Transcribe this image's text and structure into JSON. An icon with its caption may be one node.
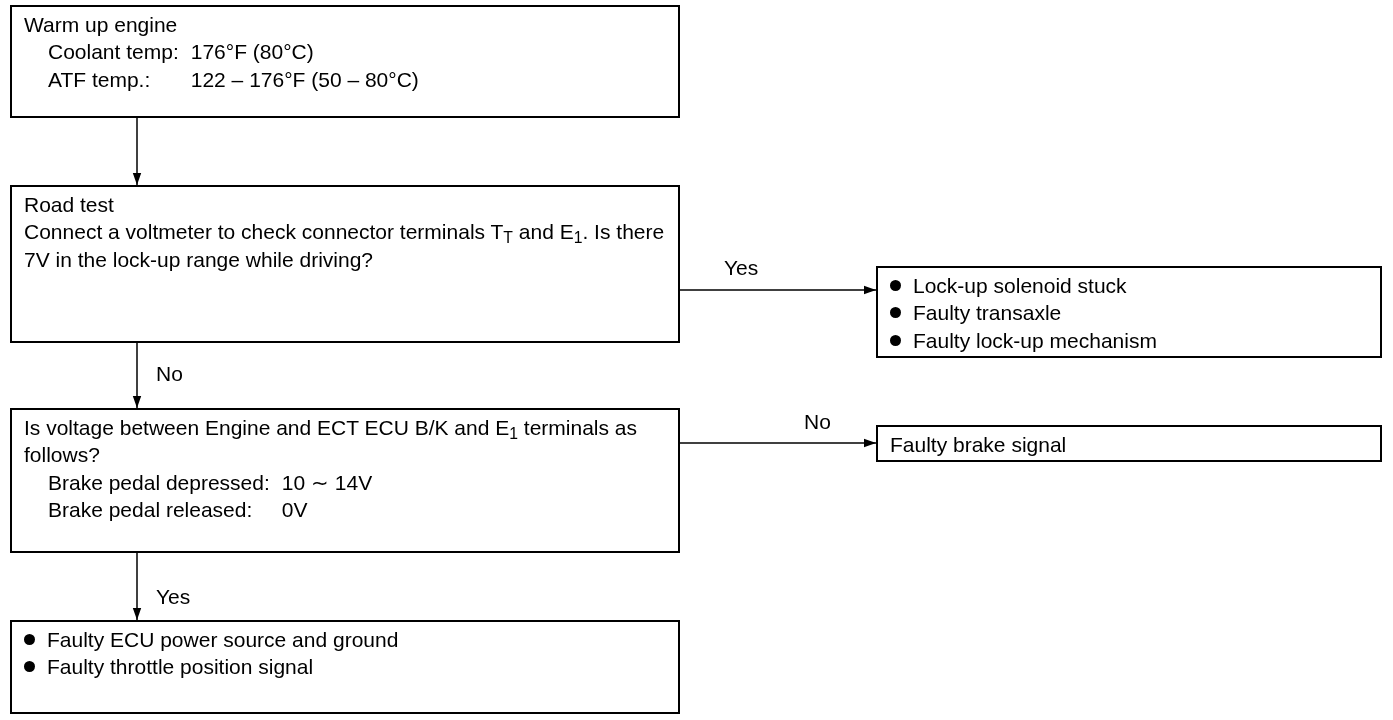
{
  "diagram": {
    "nodes": [
      {
        "text": [
          "Warm up engine",
          "Coolant temp:",
          "176°F (80°C)",
          "ATF temp.:",
          "122 – 176°F (50 – 80°C)"
        ]
      },
      {
        "text": [
          "Road test",
          "Connect a voltmeter to check connector terminals T$_{T}$ and E$_{1}$. Is there 7V in the lock-up range while driving?"
        ]
      },
      {
        "text": [
          "Lock-up solenoid stuck",
          "Faulty transaxle",
          "Faulty lock-up mechanism"
        ]
      },
      {
        "text": [
          "Is voltage between Engine and ECT ECU B/K and E$_{1}$ terminals as follows?",
          "Brake pedal depressed:",
          "10 ∼ 14V",
          "Brake pedal released:",
          "0V"
        ]
      },
      {
        "text": [
          "Faulty brake signal"
        ]
      },
      {
        "text": [
          "Faulty ECU power source and ground",
          "Faulty throttle position signal"
        ]
      }
    ],
    "edges": [
      {
        "from": 0,
        "to": 1,
        "arrow": "to"
      },
      {
        "from": 1,
        "to": 2,
        "arrow": "to",
        "label": "Yes"
      },
      {
        "from": 1,
        "to": 3,
        "arrow": "to",
        "label": "No"
      },
      {
        "from": 3,
        "to": 4,
        "arrow": "to",
        "label": "No"
      },
      {
        "from": 3,
        "to": 5,
        "arrow": "to",
        "label": "Yes"
      }
    ]
  }
}
